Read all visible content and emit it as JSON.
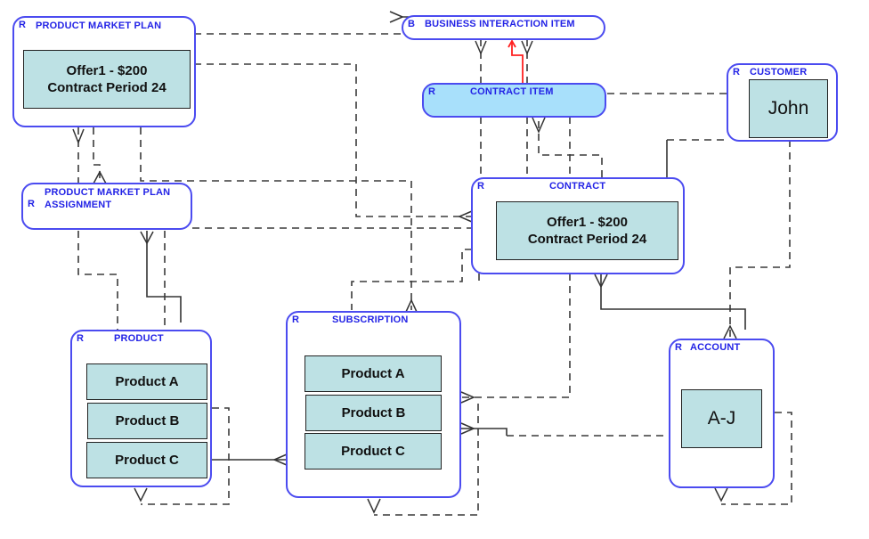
{
  "diagram": {
    "entities": {
      "product_market_plan": {
        "type_code": "R",
        "title": "PRODUCT MARKET PLAN",
        "values": [
          "Offer1 - $200\nContract Period 24"
        ]
      },
      "business_interaction_item": {
        "type_code": "B",
        "title": "BUSINESS INTERACTION ITEM"
      },
      "contract_item": {
        "type_code": "R",
        "title": "CONTRACT ITEM",
        "highlighted": true
      },
      "customer": {
        "type_code": "R",
        "title": "CUSTOMER",
        "values": [
          "John"
        ]
      },
      "product_market_plan_assignment": {
        "type_code": "R",
        "title_line1": "PRODUCT MARKET PLAN",
        "title_line2": "ASSIGNMENT"
      },
      "contract": {
        "type_code": "R",
        "title": "CONTRACT",
        "values": [
          "Offer1 - $200\nContract Period 24"
        ]
      },
      "product": {
        "type_code": "R",
        "title": "PRODUCT",
        "values": [
          "Product A",
          "Product B",
          "Product C"
        ]
      },
      "subscription": {
        "type_code": "R",
        "title": "SUBSCRIPTION",
        "values": [
          "Product A",
          "Product B",
          "Product C"
        ]
      },
      "account": {
        "type_code": "R",
        "title": "ACCOUNT",
        "values": [
          "A-J"
        ]
      }
    },
    "colors": {
      "entity_border": "#4b4bf0",
      "entity_title": "#2323e6",
      "value_fill": "#bde1e4",
      "highlight_fill": "#a8e0fb",
      "connector": "#3a3a3a",
      "highlight_connector": "#ff2020"
    }
  }
}
